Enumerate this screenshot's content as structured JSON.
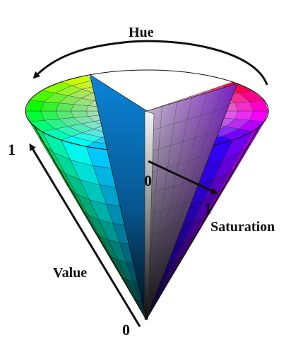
{
  "labels": {
    "hue": "Hue",
    "value": "Value",
    "value_top": "1",
    "value_bottom": "0",
    "saturation": "Saturation",
    "saturation_start": "0",
    "saturation_end": "1"
  },
  "colors": {
    "arrow": "#111111",
    "text": "#111111",
    "background": "#ffffff"
  }
}
